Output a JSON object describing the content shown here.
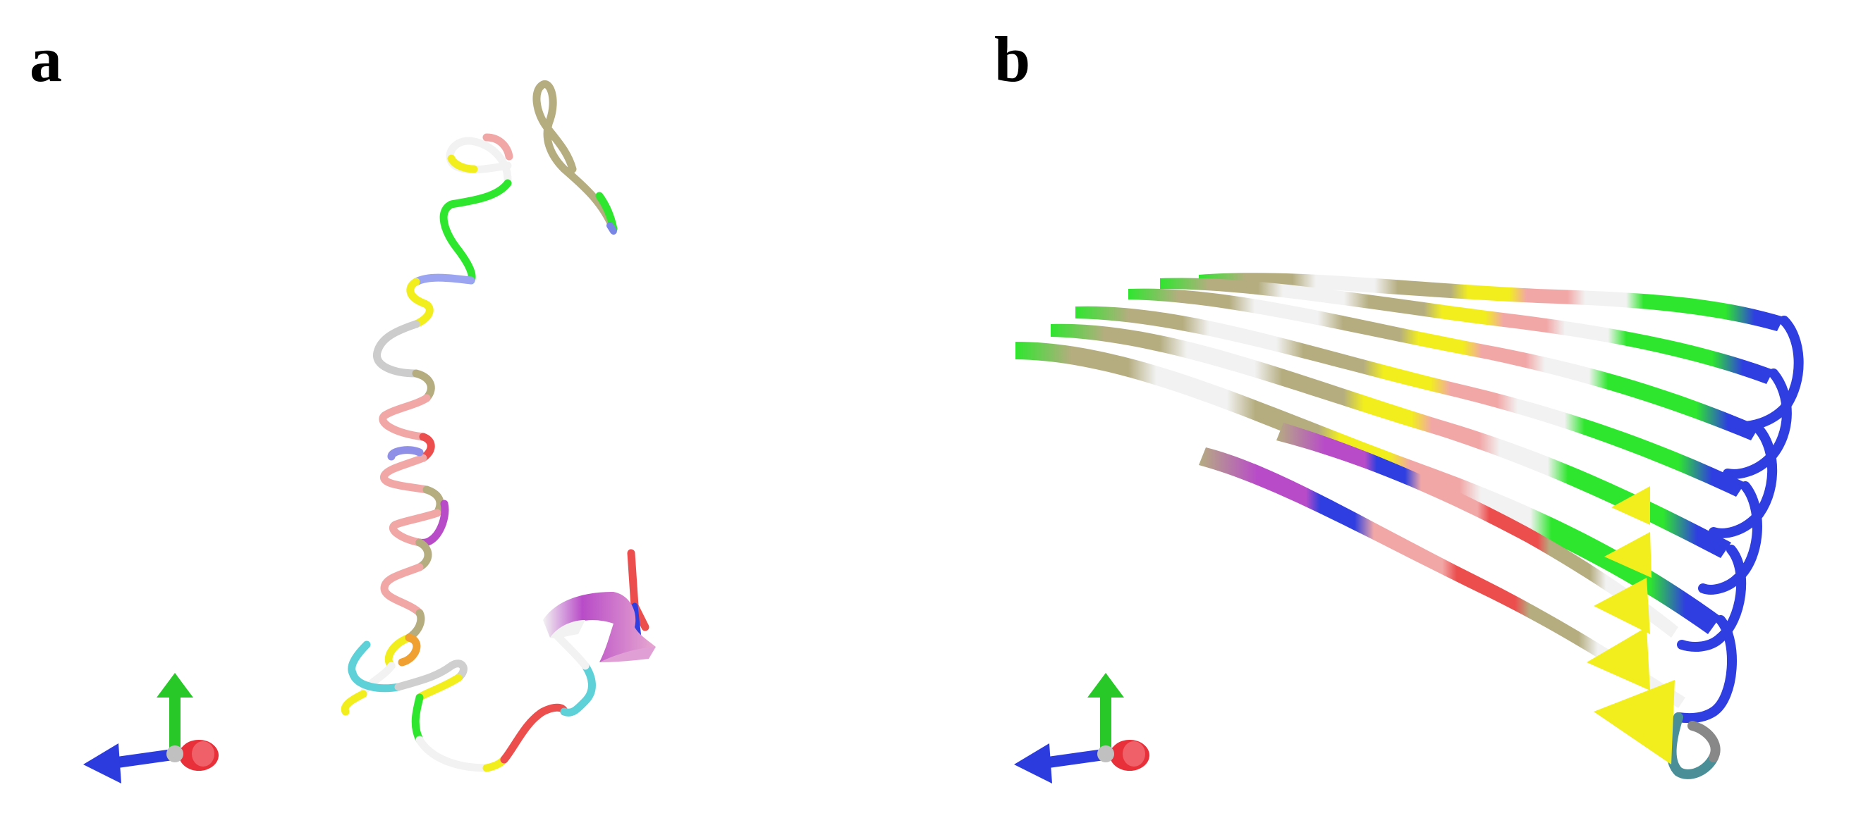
{
  "figure": {
    "panels": [
      {
        "label": "a",
        "structure": "coil-and-helix-ribbon",
        "axes_triad": [
          "x-axis-red",
          "y-axis-green",
          "z-axis-blue"
        ]
      },
      {
        "label": "b",
        "structure": "beta-sheet-ribbon",
        "axes_triad": [
          "x-axis-red",
          "y-axis-green",
          "z-axis-blue"
        ]
      }
    ],
    "colors": {
      "tan": "#b5ad80",
      "white": "#f2f2f2",
      "yellow": "#f2ee1e",
      "pink": "#f2a7a7",
      "green": "#2ee62e",
      "blue": "#2e3ee0",
      "red": "#ec4e4e",
      "purple": "#b84cc8",
      "cyan": "#5ed0d8",
      "orange": "#f0a030",
      "axis_x": "#e8303a",
      "axis_y": "#28c828",
      "axis_z": "#2b3bde"
    }
  }
}
